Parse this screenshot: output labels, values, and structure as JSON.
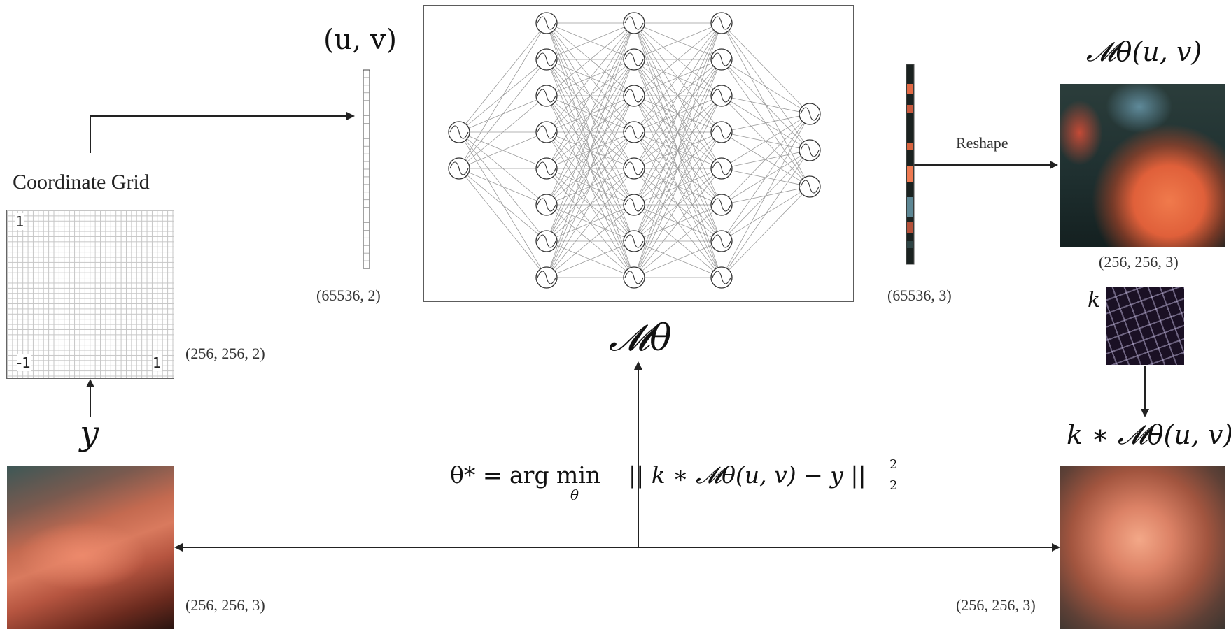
{
  "coordinate_grid": {
    "title": "Coordinate Grid",
    "corner_top_left": "1",
    "corner_bottom_left": "-1",
    "corner_bottom_right": "1",
    "shape": "(256, 256, 2)"
  },
  "input_vector": {
    "label": "(u, v)",
    "shape": "(65536, 2)"
  },
  "network": {
    "label": "𝓜θ",
    "layer_sizes": [
      2,
      8,
      8,
      8,
      3
    ]
  },
  "output_vector": {
    "shape": "(65536, 3)"
  },
  "reshape": {
    "label": "Reshape"
  },
  "output_image": {
    "label": "𝓜θ(u, v)",
    "shape": "(256, 256, 3)"
  },
  "kernel": {
    "label": "k"
  },
  "blurred_output": {
    "label": "k ∗ 𝓜θ(u, v)",
    "shape": "(256, 256, 3)"
  },
  "observation": {
    "label": "y",
    "shape": "(256, 256, 3)"
  },
  "objective": {
    "lhs": "θ* = arg min",
    "sub": "θ",
    "rhs": "|| k ∗ 𝓜θ(u, v) − y ||",
    "sup": "2",
    "subscript": "2"
  },
  "colors": {
    "line": "#222222",
    "grid": "#bdbdbd",
    "flower": "#e8603a",
    "background_dark": "#1c2a2a"
  }
}
